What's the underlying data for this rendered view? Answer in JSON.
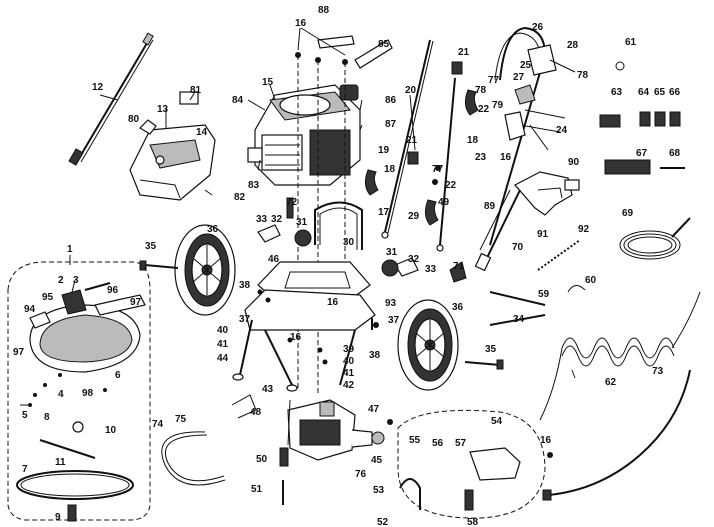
{
  "diagram": {
    "callouts": [
      "1",
      "2",
      "3",
      "4",
      "5",
      "6",
      "7",
      "8",
      "9",
      "10",
      "11",
      "12",
      "13",
      "14",
      "15",
      "16",
      "16",
      "16",
      "16",
      "16",
      "17",
      "18",
      "18",
      "19",
      "20",
      "21",
      "21",
      "22",
      "22",
      "23",
      "24",
      "25",
      "26",
      "27",
      "28",
      "29",
      "30",
      "31",
      "31",
      "32",
      "32",
      "33",
      "33",
      "34",
      "35",
      "35",
      "36",
      "36",
      "37",
      "37",
      "38",
      "38",
      "39",
      "40",
      "40",
      "41",
      "41",
      "42",
      "43",
      "44",
      "45",
      "46",
      "47",
      "48",
      "49",
      "50",
      "51",
      "52",
      "53",
      "54",
      "55",
      "56",
      "57",
      "58",
      "59",
      "60",
      "61",
      "62",
      "63",
      "64",
      "65",
      "66",
      "67",
      "68",
      "69",
      "70",
      "71",
      "72",
      "73",
      "74",
      "75",
      "76",
      "77",
      "77",
      "78",
      "78",
      "79",
      "80",
      "81",
      "82",
      "83",
      "84",
      "85",
      "86",
      "87",
      "88",
      "89",
      "90",
      "91",
      "92",
      "93",
      "94",
      "95",
      "96",
      "97",
      "97",
      "98"
    ]
  }
}
